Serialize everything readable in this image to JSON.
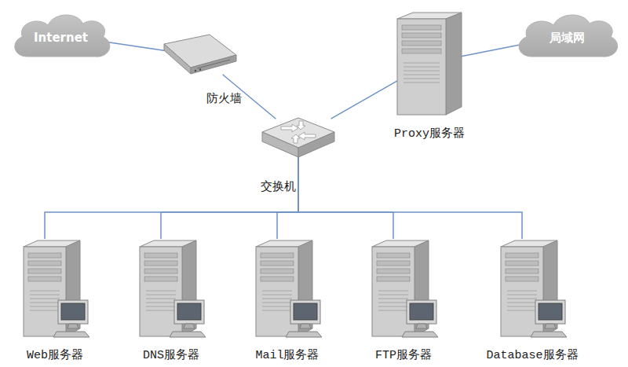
{
  "diagram": {
    "nodes": [
      {
        "text": [
          "Internet"
        ]
      },
      {
        "text": [
          "防火墙"
        ]
      },
      {
        "text": [
          "Proxy服务器"
        ]
      },
      {
        "text": [
          "局域网"
        ]
      },
      {
        "text": [
          "交换机"
        ]
      },
      {
        "text": [
          "Web服务器"
        ]
      },
      {
        "text": [
          "DNS服务器"
        ]
      },
      {
        "text": [
          "Mail服务器"
        ]
      },
      {
        "text": [
          "FTP服务器"
        ]
      },
      {
        "text": [
          "Database服务器"
        ]
      }
    ],
    "edges": [
      {
        "from": 0,
        "to": 1,
        "arrow": "none"
      },
      {
        "from": 1,
        "to": 4,
        "arrow": "none"
      },
      {
        "from": 4,
        "to": 2,
        "arrow": "none"
      },
      {
        "from": 2,
        "to": 3,
        "arrow": "none"
      },
      {
        "from": 4,
        "to": 5,
        "arrow": "none"
      },
      {
        "from": 4,
        "to": 6,
        "arrow": "none"
      },
      {
        "from": 4,
        "to": 7,
        "arrow": "none"
      },
      {
        "from": 4,
        "to": 8,
        "arrow": "none"
      },
      {
        "from": 4,
        "to": 9,
        "arrow": "none"
      }
    ]
  }
}
